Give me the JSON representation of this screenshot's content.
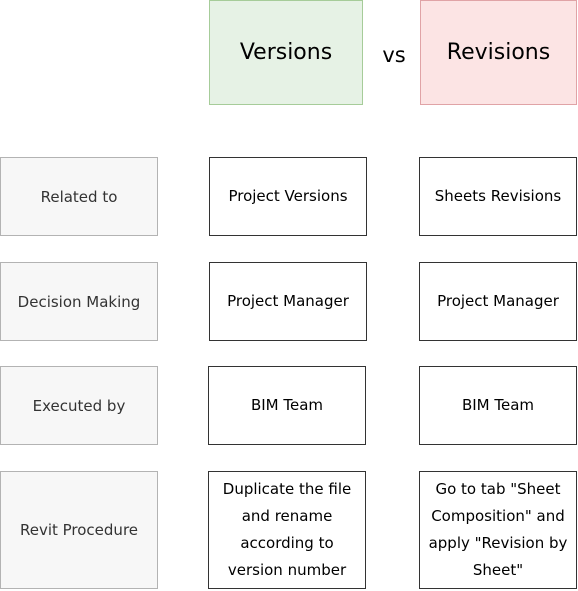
{
  "header": {
    "left_title": "Versions",
    "vs": "vs",
    "right_title": "Revisions"
  },
  "rows": [
    {
      "label": "Related to",
      "versions": "Project Versions",
      "revisions": "Sheets Revisions"
    },
    {
      "label": "Decision Making",
      "versions": "Project Manager",
      "revisions": "Project Manager"
    },
    {
      "label": "Executed by",
      "versions": "BIM Team",
      "revisions": "BIM Team"
    },
    {
      "label": "Revit Procedure",
      "versions": "Duplicate the file and rename according to version number",
      "revisions": "Go to tab \"Sheet Composition\" and apply \"Revision by Sheet\""
    }
  ],
  "colors": {
    "versions_fill": "#e6f2e5",
    "versions_border": "#a6cc99",
    "revisions_fill": "#fce4e4",
    "revisions_border": "#e0a3a6",
    "label_fill": "#f7f7f7",
    "label_border": "#b3b3b3",
    "cell_border": "#333333"
  }
}
